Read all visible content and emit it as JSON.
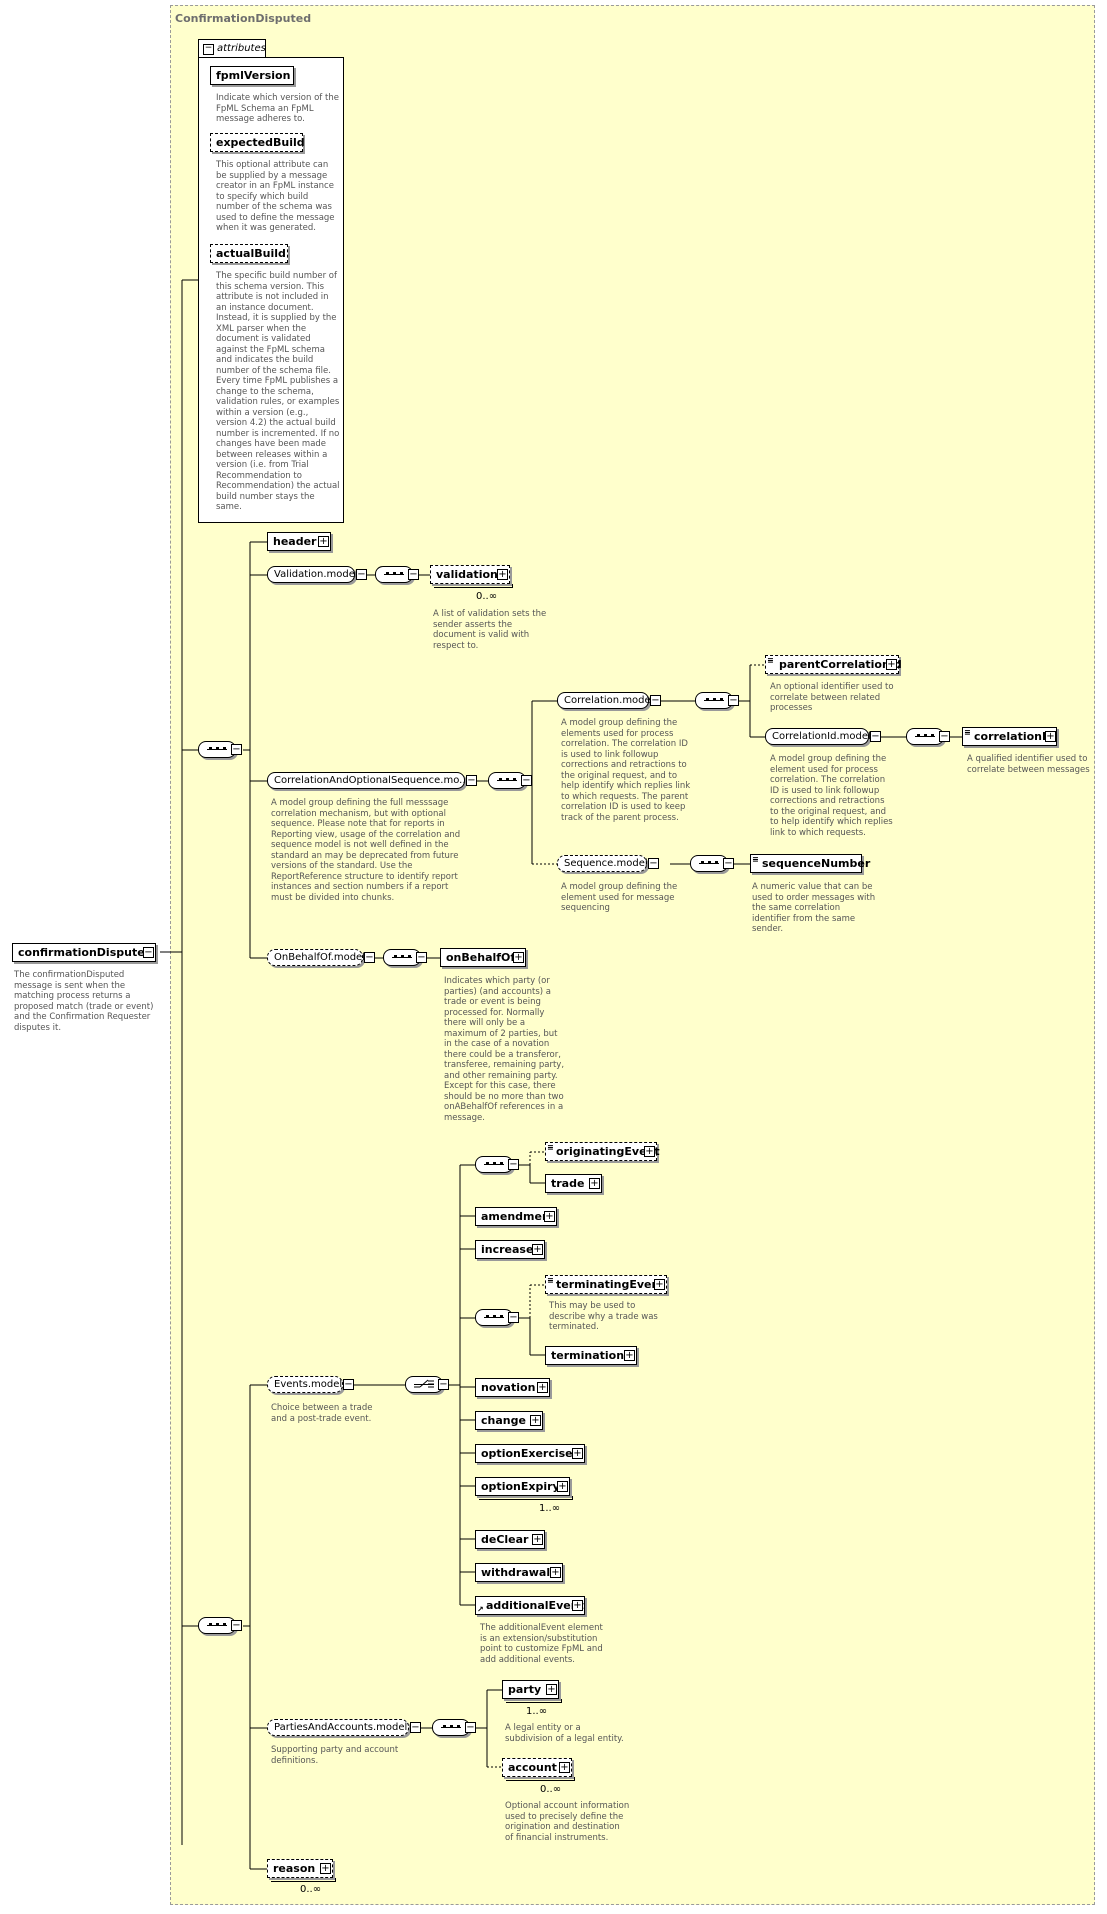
{
  "diagram": {
    "panel_title": "ConfirmationDisputed",
    "root": {
      "name": "confirmationDisputed",
      "doc": "The confirmationDisputed message is sent when the matching process returns a proposed match (trade or event) and the Confirmation Requester disputes it."
    },
    "attributes": {
      "tab_label": "attributes",
      "items": [
        {
          "name": "fpmlVersion",
          "doc": "Indicate which version of the FpML Schema an FpML message adheres to."
        },
        {
          "name": "expectedBuild",
          "doc": "This optional attribute can be supplied by a message creator in an FpML instance to specify which build number of the schema was used to define the message when it was generated."
        },
        {
          "name": "actualBuild",
          "doc": "The specific build number of this schema version. This attribute is not included in an instance document. Instead, it is supplied by the XML parser when the document is validated against the FpML schema and indicates the build number of the schema file. Every time FpML publishes a change to the schema, validation rules, or examples within a version (e.g., version 4.2) the actual build number is incremented. If no changes have been made between releases within a version (i.e. from Trial Recommendation to Recommendation) the actual build number stays the same."
        }
      ]
    },
    "header": {
      "name": "header"
    },
    "validation_model": {
      "name": "Validation.model"
    },
    "validation": {
      "name": "validation",
      "card": "0..∞",
      "doc": "A list of validation sets the sender asserts the document is valid with respect to."
    },
    "corr_opt_seq": {
      "name": "CorrelationAndOptionalSequence.mo...",
      "doc": "A model group defining the full messsage correlation mechanism, but with optional sequence. Please note that for reports in Reporting view, usage of the correlation and sequence model is not well defined in the standard an may be deprecated from future versions of the standard. Use the ReportReference structure to identify report instances and section numbers if a report must be divided into chunks."
    },
    "correlation_model": {
      "name": "Correlation.model",
      "doc": "A model group defining the elements used for process correlation. The correlation ID is used to link followup corrections and retractions to the original request, and to help identify which replies link to which requests. The parent correlation ID is used to keep track of the parent process."
    },
    "parent_correlation_id": {
      "name": "parentCorrelationId",
      "doc": "An optional identifier used to correlate between related processes"
    },
    "correlation_id_model": {
      "name": "CorrelationId.model",
      "doc": "A model group defining the element used for process correlation. The correlation ID is used to link followup corrections and retractions to the original request, and to help identify which replies link to which requests."
    },
    "correlation_id": {
      "name": "correlationId",
      "doc": "A qualified identifier used to correlate between messages"
    },
    "sequence_model": {
      "name": "Sequence.model",
      "doc": "A model group defining the element used for message sequencing"
    },
    "sequence_number": {
      "name": "sequenceNumber",
      "doc": "A numeric value that can be used to order messages with the same correlation identifier from the same sender."
    },
    "on_behalf_of_model": {
      "name": "OnBehalfOf.model"
    },
    "on_behalf_of": {
      "name": "onBehalfOf",
      "doc": "Indicates which party (or parties) (and accounts) a trade or event is being processed for. Normally there will only be a maximum of 2 parties, but in the case of a novation there could be a transferor, transferee, remaining party, and other remaining party. Except for this case, there should be no more than two onABehalfOf references in a message."
    },
    "events_model": {
      "name": "Events.model",
      "doc": "Choice between a trade and a post-trade event."
    },
    "originating_event": {
      "name": "originatingEvent"
    },
    "trade": {
      "name": "trade"
    },
    "amendment": {
      "name": "amendment"
    },
    "increase": {
      "name": "increase"
    },
    "terminating_event": {
      "name": "terminatingEvent",
      "doc": "This may be used to describe why a trade was terminated."
    },
    "termination": {
      "name": "termination"
    },
    "novation": {
      "name": "novation"
    },
    "change": {
      "name": "change"
    },
    "option_exercise": {
      "name": "optionExercise"
    },
    "option_expiry": {
      "name": "optionExpiry",
      "card": "1..∞"
    },
    "de_clear": {
      "name": "deClear"
    },
    "withdrawal": {
      "name": "withdrawal"
    },
    "additional_event": {
      "name": "additionalEvent",
      "doc": "The additionalEvent element is an extension/substitution point to customize FpML and add additional events."
    },
    "parties_model": {
      "name": "PartiesAndAccounts.model",
      "doc": "Supporting party and account definitions."
    },
    "party": {
      "name": "party",
      "card": "1..∞",
      "doc": "A legal entity or a subdivision of a legal entity."
    },
    "account": {
      "name": "account",
      "card": "0..∞",
      "doc": "Optional account information used to precisely define the origination and destination of financial instruments."
    },
    "reason": {
      "name": "reason",
      "card": "0..∞"
    },
    "colors": {
      "panel": "#ffffcc",
      "border": "#000000",
      "doc_text": "#555555",
      "title": "#6e6e6e"
    }
  }
}
